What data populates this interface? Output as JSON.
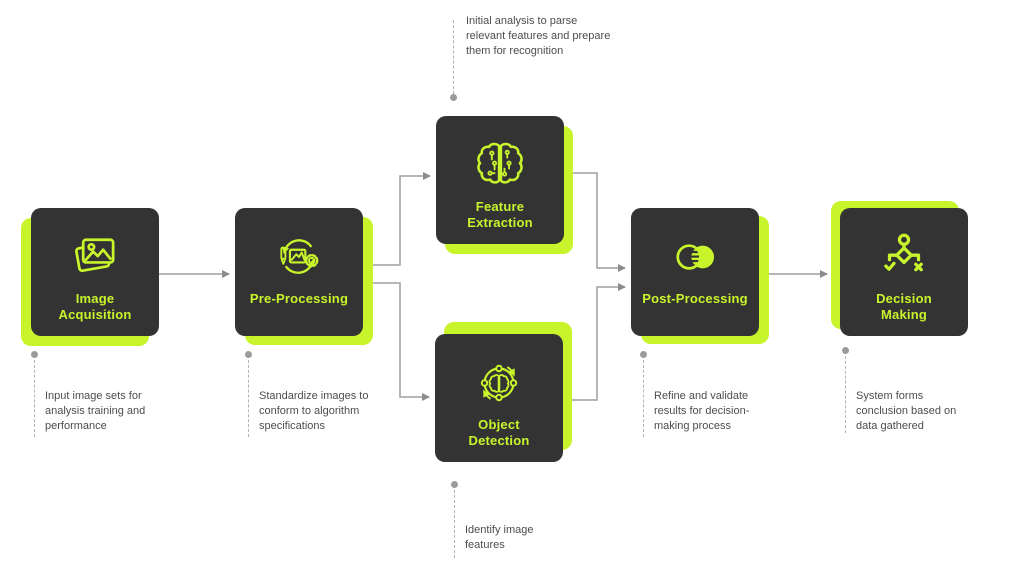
{
  "diagram": {
    "title": "image-processing-pipeline",
    "colors": {
      "accent_lime": "#c8f42c",
      "node_background": "#333333",
      "connector_gray": "#9e9e9e",
      "annotation_text_gray": "#4d4d4d"
    },
    "nodes": [
      {
        "label": "Image\nAcquisition",
        "icon": "image-acquisition-icon"
      },
      {
        "label": "Pre-Processing",
        "icon": "pre-processing-icon"
      },
      {
        "label": "Feature\nExtraction",
        "icon": "feature-extraction-icon"
      },
      {
        "label": "Object\nDetection",
        "icon": "object-detection-icon"
      },
      {
        "label": "Post-Processing",
        "icon": "post-processing-icon"
      },
      {
        "label": "Decision\nMaking",
        "icon": "decision-making-icon"
      }
    ],
    "annotations": [
      {
        "target": "feature-extraction",
        "text": "Initial analysis to parse\nrelevant features and prepare\nthem for recognition"
      },
      {
        "target": "image-acquisition",
        "text": "Input image sets for\nanalysis training and\nperformance"
      },
      {
        "target": "pre-processing",
        "text": "Standardize images to\nconform to algorithm\nspecifications"
      },
      {
        "target": "object-detection",
        "text": "Identify image\nfeatures"
      },
      {
        "target": "post-processing",
        "text": "Refine and validate\nresults for decision-\nmaking process"
      },
      {
        "target": "decision-making",
        "text": "System forms\nconclusion based on\ndata gathered"
      }
    ]
  }
}
